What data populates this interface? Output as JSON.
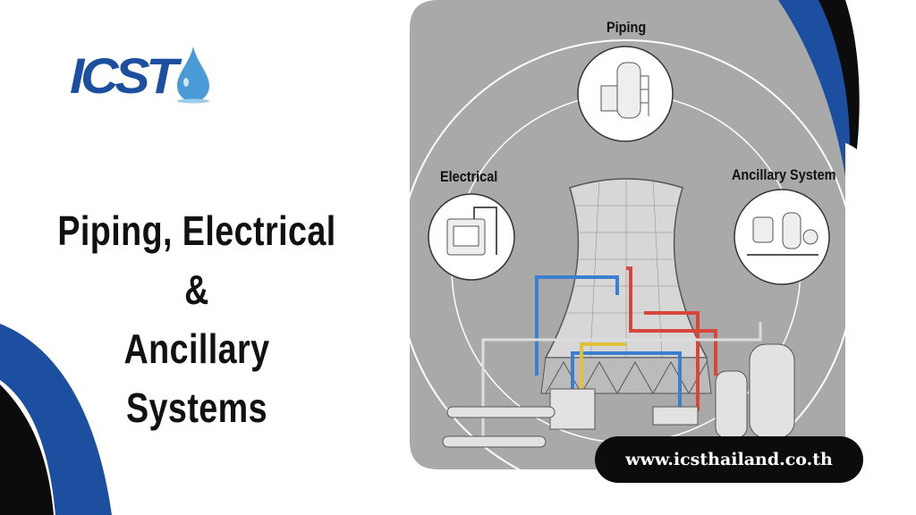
{
  "logo": {
    "text": "ICST",
    "icon": "water-drop-icon"
  },
  "headline": {
    "line1": "Piping, Electrical &",
    "line2": "Ancillary Systems"
  },
  "diagram": {
    "labels": {
      "piping": "Piping",
      "electrical": "Electrical",
      "ancillary": "Ancillary System"
    }
  },
  "website": "www.icsthailand.co.th",
  "colors": {
    "brand_blue": "#1d4fa0",
    "panel_gray": "#a9a9a9",
    "pipe_blue": "#3a7fd0",
    "pipe_red": "#d8453a",
    "pipe_yellow": "#e0c23a"
  }
}
